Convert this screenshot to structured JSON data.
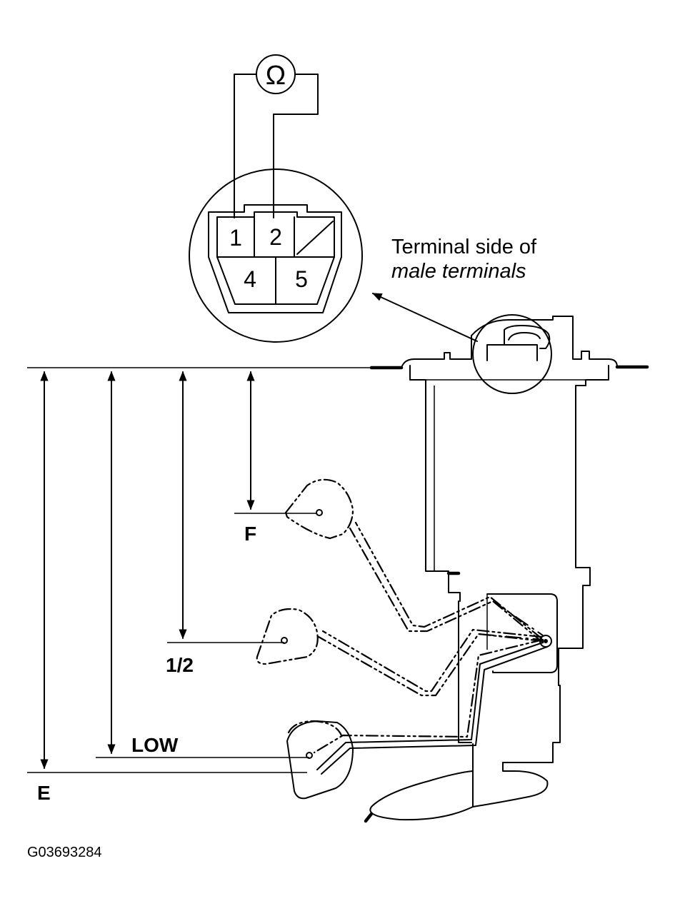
{
  "meter": {
    "symbol": "Ω"
  },
  "connector": {
    "pins": [
      "1",
      "2",
      "4",
      "5"
    ]
  },
  "callout": {
    "line1": "Terminal side of",
    "line2": "male terminals"
  },
  "levels": {
    "full": "F",
    "half": "1/2",
    "low": "LOW",
    "empty": "E"
  },
  "figure_id": "G03693284"
}
